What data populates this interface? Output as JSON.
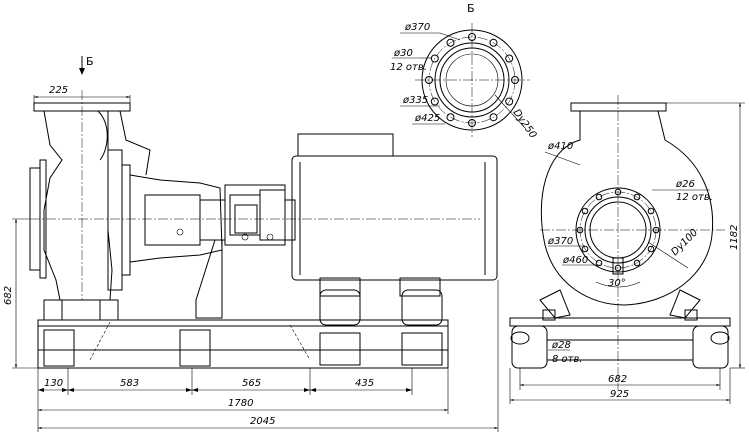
{
  "views": {
    "section_marker_letter": "Б",
    "top_view_label": "Б"
  },
  "front_view": {
    "dims": {
      "flange_width": "225",
      "height_682": "682",
      "seg_130": "130",
      "seg_583": "583",
      "seg_565": "565",
      "seg_435": "435",
      "total_1780": "1780",
      "total_2045": "2045"
    }
  },
  "flange_view": {
    "dims": {
      "d370": "ø370",
      "d30": "ø30",
      "holes12": "12 отв.",
      "d335": "ø335",
      "d425": "ø425",
      "dy250": "Dy250"
    }
  },
  "side_view": {
    "dims": {
      "d410": "ø410",
      "d26": "ø26",
      "holes12": "12 отв.",
      "d370": "ø370",
      "d460": "ø460",
      "dy100": "Dy100",
      "angle": "30°",
      "d28": "ø28",
      "holes8": "8 отв.",
      "w682": "682",
      "w925": "925",
      "h1182": "1182"
    }
  }
}
